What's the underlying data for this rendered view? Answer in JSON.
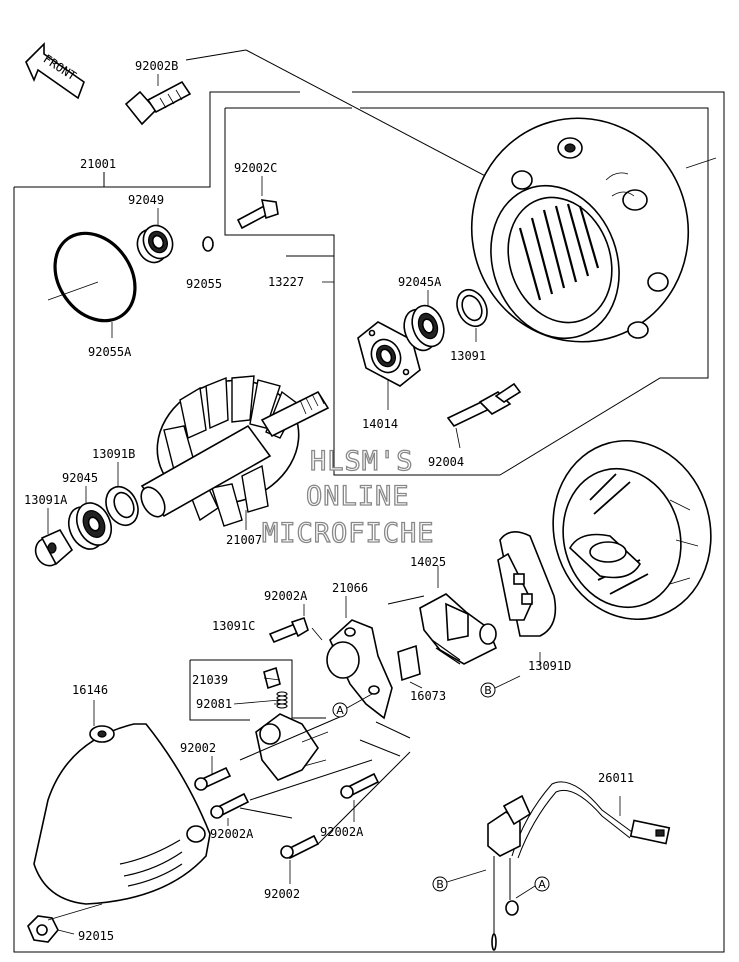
{
  "front_arrow": {
    "label": "FRONT"
  },
  "parts": [
    {
      "id": "92002B"
    },
    {
      "id": "21001"
    },
    {
      "id": "92002C"
    },
    {
      "id": "92049"
    },
    {
      "id": "92055"
    },
    {
      "id": "13227"
    },
    {
      "id": "92045A"
    },
    {
      "id": "92055A"
    },
    {
      "id": "13091"
    },
    {
      "id": "14014"
    },
    {
      "id": "13091B"
    },
    {
      "id": "92045"
    },
    {
      "id": "92004"
    },
    {
      "id": "13091A"
    },
    {
      "id": "21007"
    },
    {
      "id": "14025"
    },
    {
      "id": "92002A"
    },
    {
      "id": "21066"
    },
    {
      "id": "13091C"
    },
    {
      "id": "21039"
    },
    {
      "id": "92081"
    },
    {
      "id": "16073"
    },
    {
      "id": "13091D"
    },
    {
      "id": "16146"
    },
    {
      "id": "92002"
    },
    {
      "id": "26011"
    },
    {
      "id": "92002A"
    },
    {
      "id": "92002A"
    },
    {
      "id": "92002"
    },
    {
      "id": "92015"
    }
  ],
  "connectors": [
    {
      "letter": "A"
    },
    {
      "letter": "B"
    },
    {
      "letter": "B"
    },
    {
      "letter": "A"
    }
  ],
  "watermark": {
    "line1": "HLSM'S",
    "line2": "ONLINE",
    "line3": "MICROFICHE"
  }
}
